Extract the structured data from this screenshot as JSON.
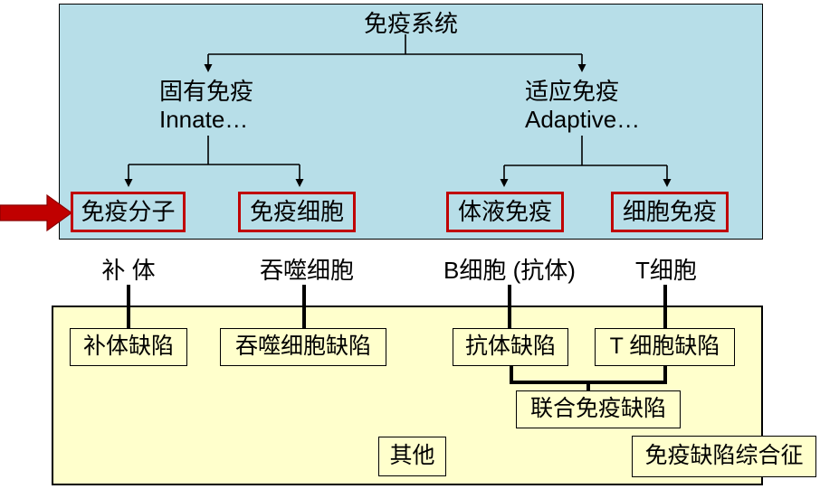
{
  "colors": {
    "panel_blue": "#B7DEE8",
    "panel_yellow": "#FFFFCC",
    "red_box_border": "#C00000",
    "arrow_red": "#C00000",
    "line_black": "#000000"
  },
  "tree": {
    "title": "免疫系统",
    "innate_zh": "固有免疫",
    "innate_en": "Innate…",
    "adaptive_zh": "适应免疫",
    "adaptive_en": "Adaptive…",
    "categories": [
      "免疫分子",
      "免疫细胞",
      "体液免疫",
      "细胞免疫"
    ],
    "effectors": [
      "补 体",
      "吞噬细胞",
      "B细胞 (抗体)",
      "T细胞"
    ],
    "defects": [
      "补体缺陷",
      "吞噬细胞缺陷",
      "抗体缺陷",
      "T 细胞缺陷"
    ],
    "combined": "联合免疫缺陷",
    "other": "其他",
    "syndrome": "免疫缺陷综合征"
  }
}
